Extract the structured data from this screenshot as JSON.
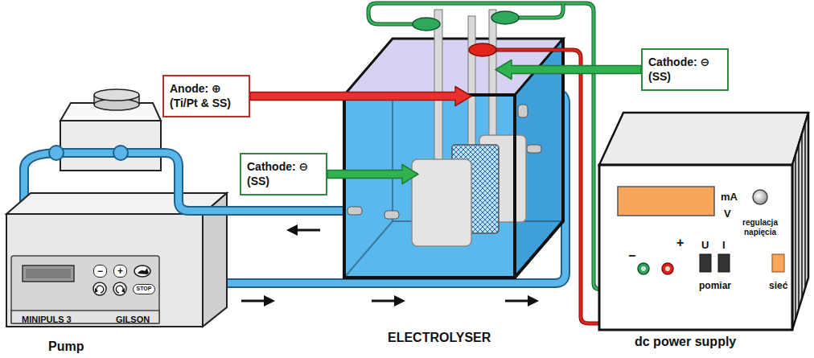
{
  "diagram": {
    "nodes": [
      {
        "text": [
          "Anode: ⊕ (Ti/Pt & SS)"
        ]
      },
      {
        "text": [
          "Cathode: ⊖ (SS)"
        ]
      },
      {
        "text": [
          "Cathode: ⊖ (SS)"
        ]
      },
      {
        "text": [
          "−"
        ]
      },
      {
        "text": [
          "+"
        ]
      },
      {
        "text": [
          "STOP"
        ]
      }
    ],
    "labels": [
      "Pump",
      "ELECTROLYSER",
      "dc power supply",
      "MINIPULS 3",
      "GILSON",
      "mA",
      "V",
      "regulacja napięcia",
      "U",
      "I",
      "pomiar",
      "sieć",
      "−",
      "+"
    ]
  }
}
